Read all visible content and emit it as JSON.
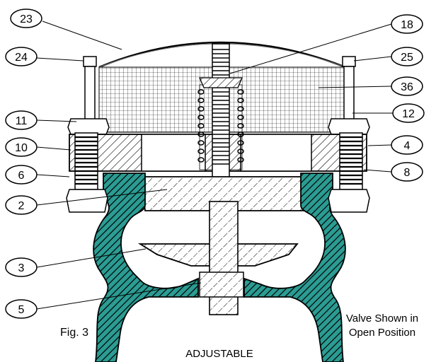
{
  "figure_label": "Fig. 3",
  "caption": {
    "line1": "Valve Shown in",
    "line2": "Open Position"
  },
  "bottom_label": "ADJUSTABLE",
  "callouts": [
    {
      "id": "c23",
      "label": "23"
    },
    {
      "id": "c24",
      "label": "24"
    },
    {
      "id": "c18",
      "label": "18"
    },
    {
      "id": "c25",
      "label": "25"
    },
    {
      "id": "c36",
      "label": "36"
    },
    {
      "id": "c11",
      "label": "11"
    },
    {
      "id": "c12",
      "label": "12"
    },
    {
      "id": "c10",
      "label": "10"
    },
    {
      "id": "c4",
      "label": "4"
    },
    {
      "id": "c6",
      "label": "6"
    },
    {
      "id": "c8",
      "label": "8"
    },
    {
      "id": "c2",
      "label": "2"
    },
    {
      "id": "c3",
      "label": "3"
    },
    {
      "id": "c5",
      "label": "5"
    }
  ],
  "colors": {
    "body_fill": "#2b9c93",
    "line": "#000000",
    "background": "#ffffff"
  }
}
